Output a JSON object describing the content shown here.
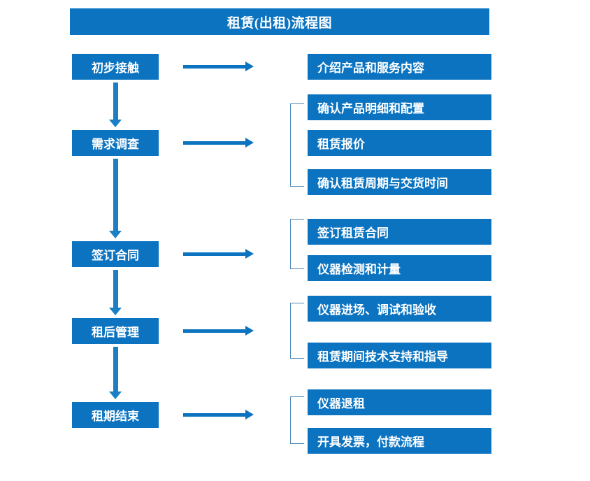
{
  "diagram": {
    "title": "租赁(出租)流程图",
    "accent_color": "#0b73c0",
    "bracket_color": "#4a86b8",
    "text_color": "#ffffff",
    "background_color": "#ffffff",
    "stages": [
      {
        "label": "初步接触"
      },
      {
        "label": "需求调查"
      },
      {
        "label": "签订合同"
      },
      {
        "label": "租后管理"
      },
      {
        "label": "租期结束"
      }
    ],
    "details": [
      {
        "label": "介绍产品和服务内容"
      },
      {
        "label": "确认产品明细和配置"
      },
      {
        "label": "租赁报价"
      },
      {
        "label": "确认租赁周期与交货时间"
      },
      {
        "label": "签订租赁合同"
      },
      {
        "label": "仪器检测和计量"
      },
      {
        "label": "仪器进场、调试和验收"
      },
      {
        "label": "租赁期间技术支持和指导"
      },
      {
        "label": "仪器退租"
      },
      {
        "label": "开具发票，付款流程"
      }
    ],
    "groups": [
      {
        "stage": "需求调查",
        "detail_labels": [
          "确认产品明细和配置",
          "租赁报价",
          "确认租赁周期与交货时间"
        ]
      },
      {
        "stage": "签订合同",
        "detail_labels": [
          "签订租赁合同",
          "仪器检测和计量"
        ]
      },
      {
        "stage": "租后管理",
        "detail_labels": [
          "仪器进场、调试和验收",
          "租赁期间技术支持和指导"
        ]
      },
      {
        "stage": "租期结束",
        "detail_labels": [
          "仪器退租",
          "开具发票，付款流程"
        ]
      }
    ],
    "flow_order": [
      "初步接触",
      "需求调查",
      "签订合同",
      "租后管理",
      "租期结束"
    ]
  }
}
